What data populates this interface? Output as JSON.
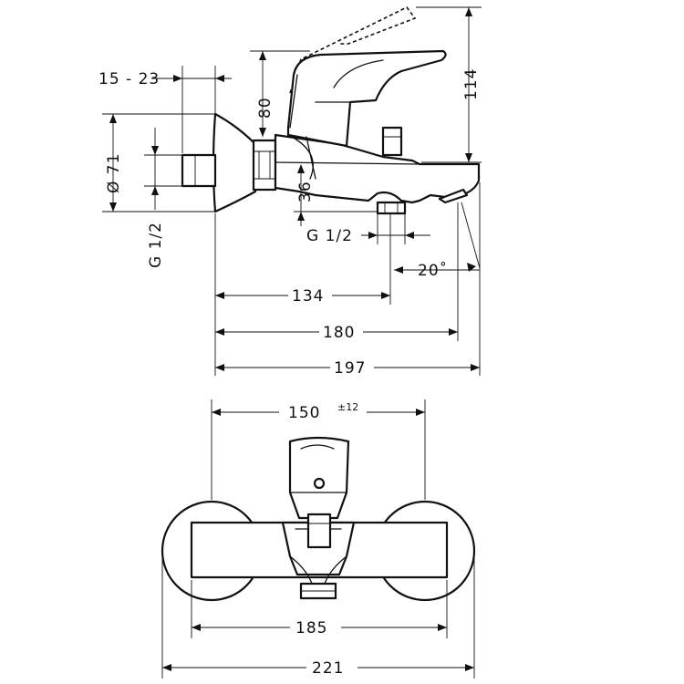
{
  "side_view": {
    "dim_wall_gap": "15 - 23",
    "dim_height_80": "80",
    "dim_height_114": "114",
    "dim_diameter": "Ø 71",
    "dim_thread_wall": "G 1/2",
    "dim_height_36": "36",
    "dim_thread_outlet": "G 1/2",
    "dim_angle": "20˚",
    "dim_134": "134",
    "dim_180": "180",
    "dim_197": "197"
  },
  "front_view": {
    "dim_150": "150",
    "dim_150_tolerance": "±12",
    "dim_185": "185",
    "dim_221": "221"
  }
}
